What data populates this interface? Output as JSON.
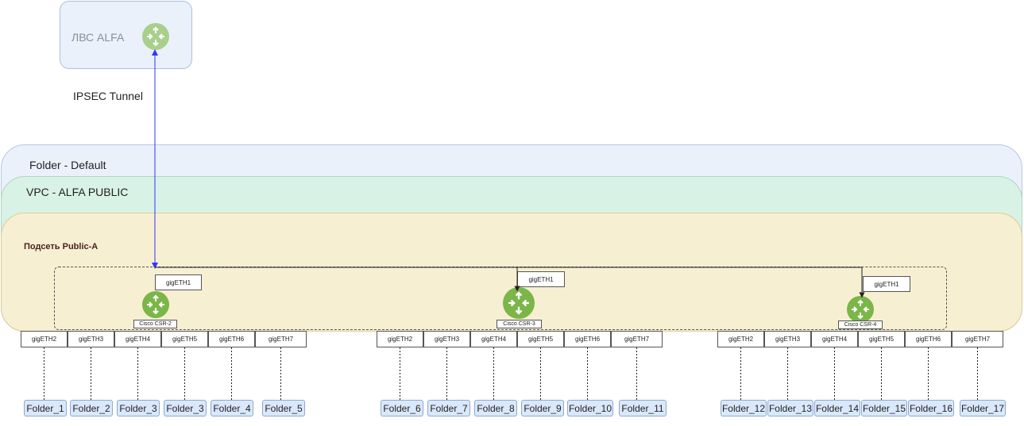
{
  "lan": {
    "label": "ЛВС ALFA",
    "icon": "router-icon"
  },
  "tunnel": {
    "label": "IPSEC Tunnel",
    "color": "#3333ff"
  },
  "zones": {
    "default": "Folder - Default",
    "vpc": "VPC - ALFA PUBLIC",
    "subnet": "Подсеть Public-A"
  },
  "routers": [
    {
      "name": "Cisco CSR-2",
      "uplink": "gigETH1",
      "ports": [
        "gigETH2",
        "gigETH3",
        "gigETH4",
        "gigETH5",
        "gigETH6",
        "gigETH7"
      ],
      "folders": [
        "Folder_1",
        "Folder_2",
        "Folder_3",
        "Folder_3",
        "Folder_4",
        "Folder_5"
      ]
    },
    {
      "name": "Cisco CSR-3",
      "uplink": "gigETH1",
      "ports": [
        "gigETH2",
        "gigETH3",
        "gigETH4",
        "gigETH5",
        "gigETH6",
        "gigETH7"
      ],
      "folders": [
        "Folder_6",
        "Folder_7",
        "Folder_8",
        "Folder_9",
        "Folder_10",
        "Folder_11"
      ]
    },
    {
      "name": "Cisco CSR-4",
      "uplink": "gigETH1",
      "ports": [
        "gigETH2",
        "gigETH3",
        "gigETH4",
        "gigETH5",
        "gigETH6",
        "gigETH7"
      ],
      "folders": [
        "Folder_12",
        "Folder_13",
        "Folder_14",
        "Folder_15",
        "Folder_16",
        "Folder_17"
      ]
    }
  ],
  "colors": {
    "router": "#7ab648",
    "router_faded": "#a9cf8c",
    "folder_fill": "#dae8fc"
  }
}
